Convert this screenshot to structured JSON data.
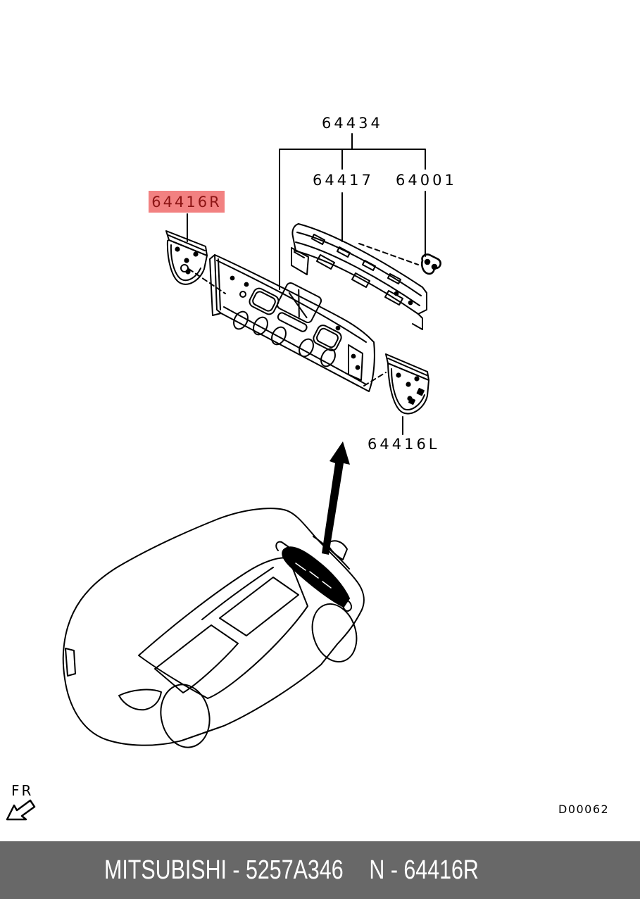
{
  "colors": {
    "background": "#ffffff",
    "line": "#000000",
    "highlight_bg": "#f28181",
    "highlight_text": "#8c1414",
    "footer_bg": "#686868",
    "footer_text": "#ffffff"
  },
  "diagram": {
    "callouts": {
      "assembly": "64434",
      "crossmember": "64417",
      "clip": "64001",
      "extension_right": "64416R",
      "extension_left": "64416L"
    },
    "direction_indicator": "FR",
    "drawing_code": "D00062"
  },
  "footer": {
    "left_text": "MITSUBISHI - 5257A346",
    "right_text": "N - 64416R"
  }
}
